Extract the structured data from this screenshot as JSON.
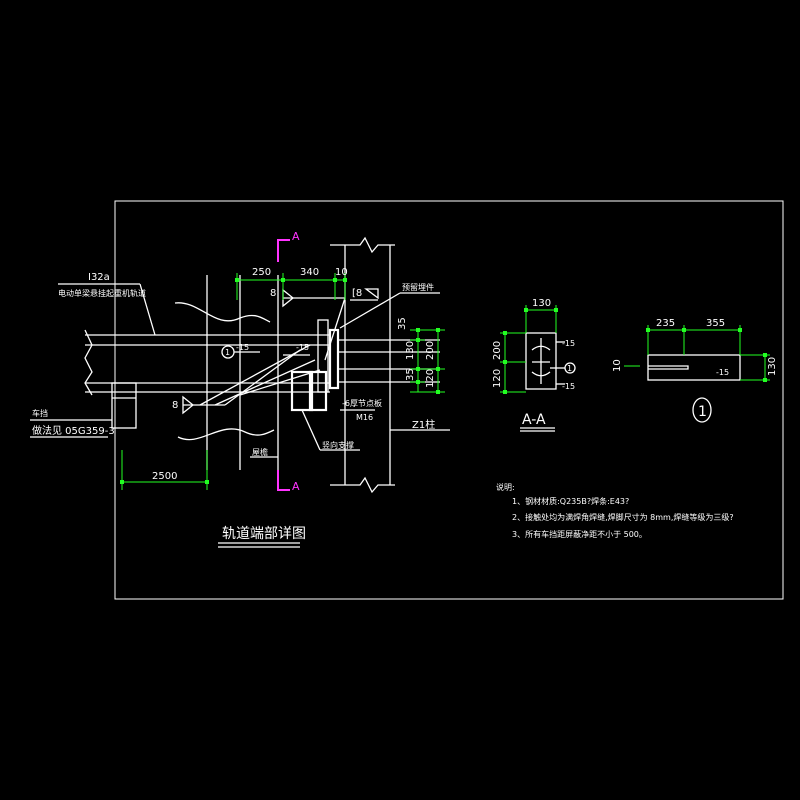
{
  "colors": {
    "background": "#000000",
    "line": "#ffffff",
    "dimension": "#22ff22",
    "section_mark": "#ff33ff"
  },
  "main_detail": {
    "title": "轨道端部详图",
    "beam_label": "I32a",
    "beam_note": "电动单梁悬挂起重机轨道",
    "stopper_label": "车挡",
    "stopper_ref": "做法见 05G359-3",
    "dims_top": [
      "250",
      "340",
      "10"
    ],
    "dims_right": [
      "35",
      "130",
      "35",
      "200",
      "120"
    ],
    "dim_bottom": "2500",
    "weld_8_a": "8",
    "weld_8_b": "8",
    "channel": "[8",
    "embedded": "预留埋件",
    "plate_a": "-15",
    "plate_b": "-15",
    "callout": "1",
    "bolt_note": "-6厚节点板",
    "bolt_sub": "M16",
    "roof": "屋檐",
    "vertical_brace": "竖向支撑",
    "column": "Z1柱",
    "section_letter_top": "A",
    "section_letter_bottom": "A"
  },
  "section_aa": {
    "title": "A-A",
    "dim_top": "130",
    "dim_200": "200",
    "dim_120": "120",
    "plate_a": "-15",
    "plate_b": "-15",
    "callout": "1"
  },
  "detail_1": {
    "dim_235": "235",
    "dim_355": "355",
    "dim_130": "130",
    "dim_10": "10",
    "plate": "-15",
    "callout": "1"
  },
  "notes": {
    "heading": "说明:",
    "items": [
      "1、钢材材质:Q235B?焊条:E43?",
      "2、接触处均为满焊角焊缝,焊脚尺寸为 8mm,焊缝等级为三级?",
      "3、所有车挡距屏蔽净距不小于 500。"
    ]
  }
}
